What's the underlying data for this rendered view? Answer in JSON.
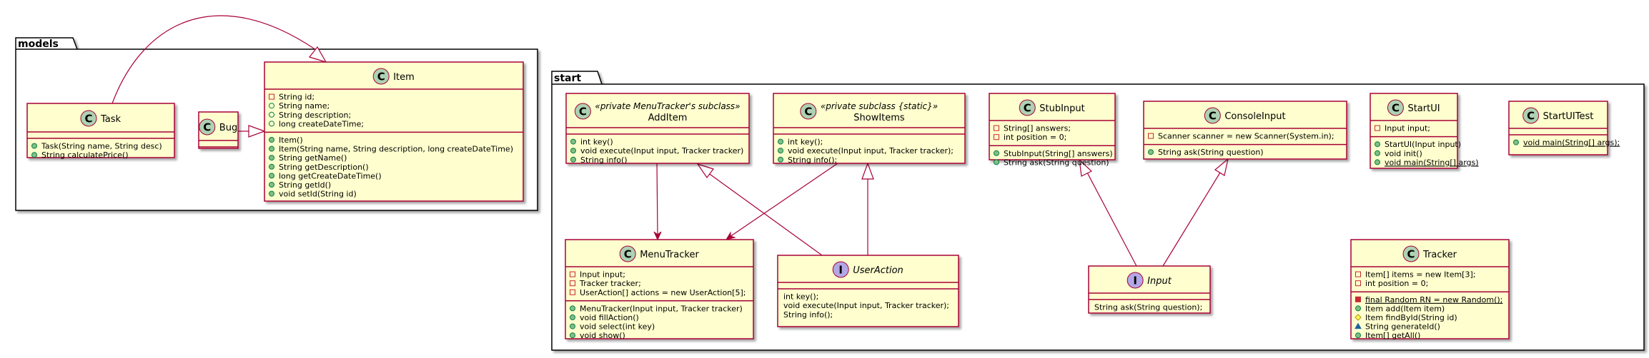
{
  "packages": {
    "models": "models",
    "start": "start"
  },
  "classes": {
    "task": {
      "name": "Task",
      "kind": "C",
      "fields": [],
      "methods": [
        {
          "vis": "+",
          "text": "Task(String name, String desc)"
        },
        {
          "vis": "+",
          "text": "String calculatePrice()"
        }
      ]
    },
    "bug": {
      "name": "Bug",
      "kind": "C",
      "fields": [],
      "methods": []
    },
    "item": {
      "name": "Item",
      "kind": "C",
      "fields": [
        {
          "vis": "-",
          "text": "String id;"
        },
        {
          "vis": "+",
          "text": "String name;"
        },
        {
          "vis": "+",
          "text": "String description;"
        },
        {
          "vis": "+",
          "text": "long createDateTime;"
        }
      ],
      "methods": [
        {
          "vis": "+",
          "text": "Item()"
        },
        {
          "vis": "+",
          "text": "Item(String name, String description, long createDateTime)"
        },
        {
          "vis": "+",
          "text": "String getName()"
        },
        {
          "vis": "+",
          "text": "String getDescription()"
        },
        {
          "vis": "+",
          "text": "long getCreateDateTime()"
        },
        {
          "vis": "+",
          "text": "String getId()"
        },
        {
          "vis": "+",
          "text": "void setId(String id)"
        }
      ]
    },
    "additem": {
      "name": "AddItem",
      "stereotype": "«private MenuTracker's subclass»",
      "kind": "C",
      "fields": [],
      "methods": [
        {
          "vis": "+",
          "text": "int key()"
        },
        {
          "vis": "+",
          "text": "void execute(Input input, Tracker tracker)"
        },
        {
          "vis": "+",
          "text": "String info()"
        }
      ]
    },
    "showitems": {
      "name": "ShowItems",
      "stereotype": "«private subclass {static}»",
      "kind": "C",
      "fields": [],
      "methods": [
        {
          "vis": "+",
          "text": "int key();"
        },
        {
          "vis": "+",
          "text": "void execute(Input input, Tracker tracker);"
        },
        {
          "vis": "+",
          "text": "String info();"
        }
      ]
    },
    "stubinput": {
      "name": "StubInput",
      "kind": "C",
      "fields": [
        {
          "vis": "-",
          "text": "String[] answers;"
        },
        {
          "vis": "-",
          "text": "int position = 0;"
        }
      ],
      "methods": [
        {
          "vis": "+",
          "text": "StubInput(String[] answers)"
        },
        {
          "vis": "+",
          "text": "String ask(String question)"
        }
      ]
    },
    "consoleinput": {
      "name": "ConsoleInput",
      "kind": "C",
      "fields": [
        {
          "vis": "-",
          "text": "Scanner scanner = new Scanner(System.in);"
        }
      ],
      "methods": [
        {
          "vis": "+",
          "text": "String ask(String question)"
        }
      ]
    },
    "startui": {
      "name": "StartUI",
      "kind": "C",
      "fields": [
        {
          "vis": "-",
          "text": "Input input;"
        }
      ],
      "methods": [
        {
          "vis": "+",
          "text": "StartUI(Input input)"
        },
        {
          "vis": "+",
          "text": "void init()"
        },
        {
          "vis": "+",
          "text": "void main(String[] args)",
          "underline": true
        }
      ]
    },
    "startuitest": {
      "name": "StartUITest",
      "kind": "C",
      "fields": [],
      "methods": [
        {
          "vis": "+",
          "text": "void main(String[] args);",
          "underline": true
        }
      ]
    },
    "menutracker": {
      "name": "MenuTracker",
      "kind": "C",
      "fields": [
        {
          "vis": "-",
          "text": "Input input;"
        },
        {
          "vis": "-",
          "text": "Tracker tracker;"
        },
        {
          "vis": "-",
          "text": "UserAction[] actions = new UserAction[5];"
        }
      ],
      "methods": [
        {
          "vis": "+",
          "text": "MenuTracker(Input input, Tracker tracker)"
        },
        {
          "vis": "+",
          "text": "void fillAction()"
        },
        {
          "vis": "+",
          "text": "void select(int key)"
        },
        {
          "vis": "+",
          "text": "void show()"
        }
      ]
    },
    "useraction": {
      "name": "UserAction",
      "kind": "I",
      "fields": [],
      "methods": [
        {
          "vis": "",
          "text": "int key();"
        },
        {
          "vis": "",
          "text": "void execute(Input input, Tracker tracker);"
        },
        {
          "vis": "",
          "text": "String info();"
        }
      ]
    },
    "input": {
      "name": "Input",
      "kind": "I",
      "fields": [],
      "methods": [
        {
          "vis": "",
          "text": "String ask(String question);"
        }
      ]
    },
    "tracker": {
      "name": "Tracker",
      "kind": "C",
      "fields": [
        {
          "vis": "-",
          "text": "Item[] items = new Item[3];"
        },
        {
          "vis": "-",
          "text": "int position = 0;"
        }
      ],
      "methods": [
        {
          "vis": "-",
          "text": "final Random RN = new Random();",
          "underline": true
        },
        {
          "vis": "+",
          "text": "Item add(Item item)"
        },
        {
          "vis": "#",
          "text": "Item findById(String id)"
        },
        {
          "vis": "~",
          "text": "String generateId()"
        },
        {
          "vis": "+",
          "text": "Item[] getAll()"
        }
      ]
    }
  },
  "colors": {
    "class_fill": "#FEFECE",
    "class_border": "#A80036",
    "class_circle": "#ADD1B2",
    "interface_circle": "#B4A7E5",
    "package_border": "#000000",
    "arrow": "#A80036",
    "field_private": "#C82930",
    "method_public": "#84BE84",
    "method_protected": "#FFFF44",
    "method_package": "#1963A0"
  }
}
